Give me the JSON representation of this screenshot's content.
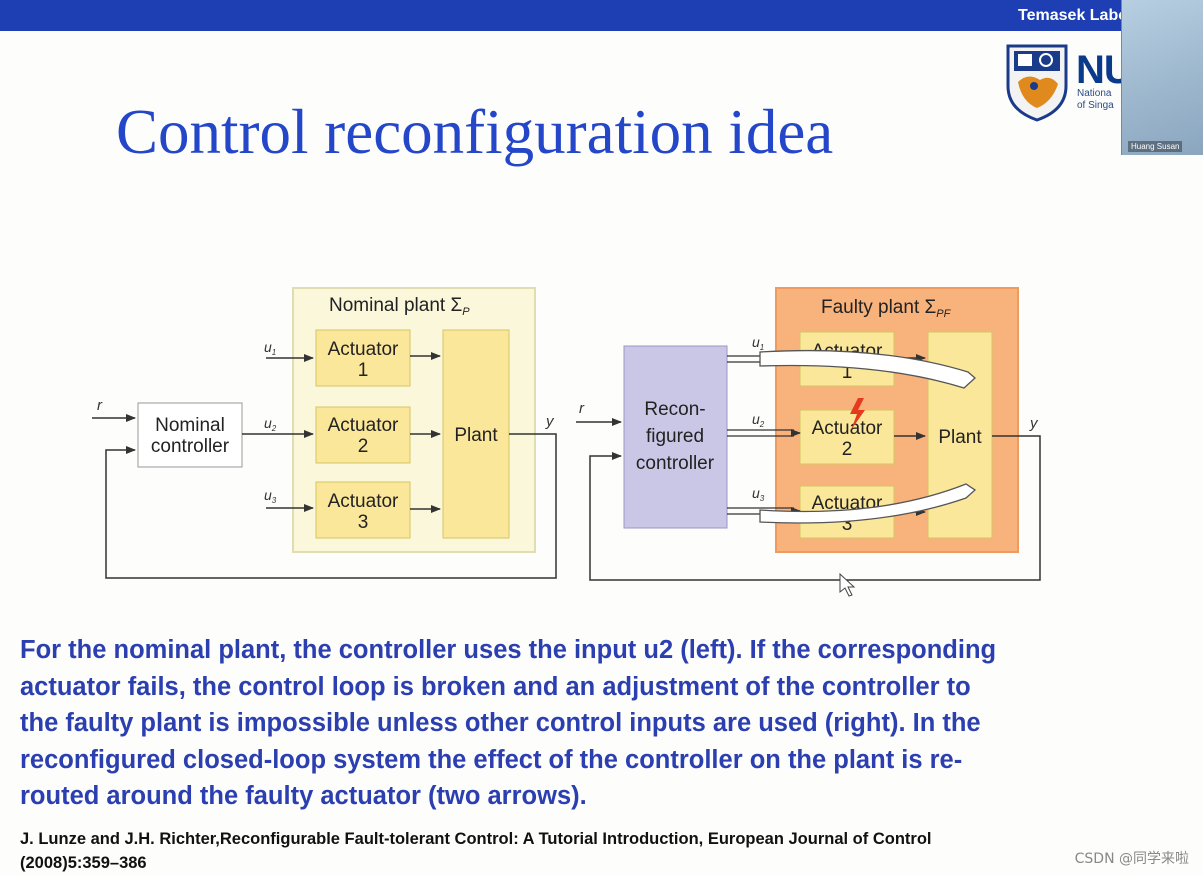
{
  "header": {
    "org_text": "Temasek Labo",
    "bar_color": "#1e3fb3"
  },
  "logo": {
    "letters": "NU",
    "subtitle_line1": "Nationa",
    "subtitle_line2": "of Singa"
  },
  "webcam": {
    "participant_name": "Huang Susan"
  },
  "slide": {
    "title": "Control reconfiguration idea",
    "title_color": "#2446c9",
    "body_lines": [
      "For the nominal plant, the controller uses the input u2 (left). If the corresponding",
      "actuator fails, the control loop is broken and an adjustment of the controller to",
      "the faulty plant is impossible unless other control inputs are used (right). In the",
      "reconfigured closed-loop system the effect of the controller on the plant is re-",
      "routed around the faulty actuator (two arrows)."
    ],
    "reference_lines": [
      "J. Lunze and J.H. Richter,Reconfigurable Fault-tolerant Control: A Tutorial Introduction, European Journal of Control",
      "(2008)5:359–386"
    ]
  },
  "diagram_left": {
    "plant_box_title": "Nominal plant Σ",
    "plant_box_subscript": "P",
    "controller_line1": "Nominal",
    "controller_line2": "controller",
    "actuators": [
      {
        "line1": "Actuator",
        "line2": "1",
        "input": "u"
      },
      {
        "line1": "Actuator",
        "line2": "2",
        "input": "u"
      },
      {
        "line1": "Actuator",
        "line2": "3",
        "input": "u"
      }
    ],
    "input_subscripts": [
      "1",
      "2",
      "3"
    ],
    "plant_label": "Plant",
    "reference_label": "r",
    "output_label": "y",
    "box_color": "#fbf7da"
  },
  "diagram_right": {
    "plant_box_title": "Faulty plant Σ",
    "plant_box_subscript": "PF",
    "controller_line1": "Recon-",
    "controller_line2": "figured",
    "controller_line3": "controller",
    "actuators": [
      {
        "line1": "Actuator",
        "line2": "1",
        "input": "u"
      },
      {
        "line1": "Actuator",
        "line2": "2",
        "input": "u"
      },
      {
        "line1": "Actuator",
        "line2": "3",
        "input": "u"
      }
    ],
    "input_subscripts": [
      "1",
      "2",
      "3"
    ],
    "plant_label": "Plant",
    "reference_label": "r",
    "output_label": "y",
    "box_color": "#f8b27c",
    "controller_color": "#c9c6e6"
  },
  "footer_watermark": "CSDN @同学来啦"
}
